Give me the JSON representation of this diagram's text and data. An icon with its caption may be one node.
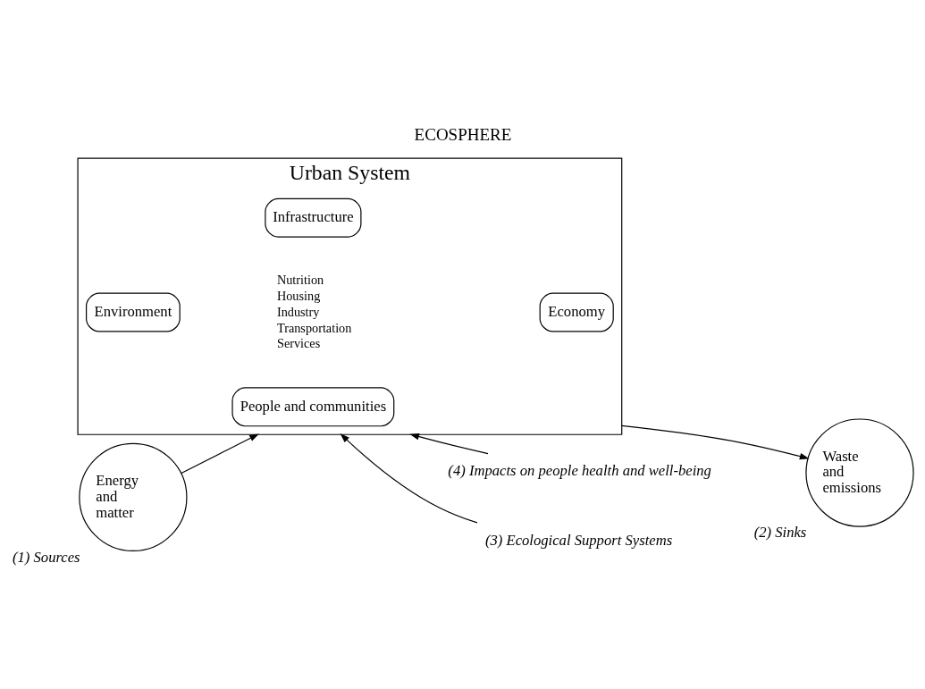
{
  "diagram": {
    "title": "ECOSPHERE",
    "nodes": [
      {
        "text": [
          "Energy and matter"
        ],
        "beside": [
          "(1) Sources"
        ]
      },
      {
        "text": [
          "Urban System"
        ]
      },
      {
        "text": [
          "People and communities"
        ],
        "in": 1
      },
      {
        "text": [
          "Environment"
        ],
        "in": 1
      },
      {
        "text": [
          "Economy"
        ],
        "in": 1
      },
      {
        "text": [
          "Infrastructure"
        ],
        "in": 1
      },
      {
        "text": [
          "Waste and emissions"
        ],
        "beside": [
          "(2) Sinks"
        ]
      },
      {
        "text": [
          "(4) Impacts on people health and well-being"
        ]
      },
      {
        "text": [
          "(3) Ecological Support Systems"
        ]
      }
    ],
    "edges": [
      {
        "from": 0,
        "to": 1,
        "arrow": "to"
      },
      {
        "from": 1,
        "to": 6,
        "arrow": "to"
      },
      {
        "from": 7,
        "to": 1,
        "arrow": "to"
      },
      {
        "from": 8,
        "to": 1,
        "arrow": "to"
      }
    ],
    "labels": [
      "Nutrition",
      "Housing",
      "Industry",
      "Transportation",
      "Services"
    ]
  }
}
